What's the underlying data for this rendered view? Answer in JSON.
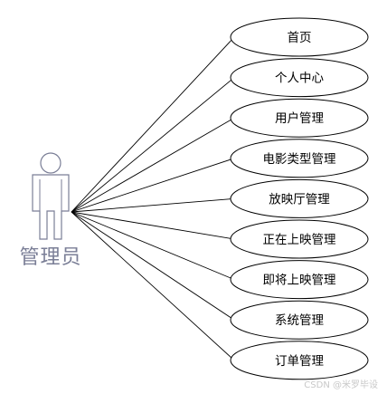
{
  "actor": {
    "label": "管理员",
    "color": "#7a7e96"
  },
  "use_cases": [
    {
      "label": "首页"
    },
    {
      "label": "个人中心"
    },
    {
      "label": "用户管理"
    },
    {
      "label": "电影类型管理"
    },
    {
      "label": "放映厅管理"
    },
    {
      "label": "正在上映管理"
    },
    {
      "label": "即将上映管理"
    },
    {
      "label": "系统管理"
    },
    {
      "label": "订单管理"
    }
  ],
  "watermark": "CSDN @米罗毕设",
  "colors": {
    "line": "#000000",
    "ellipse_stroke": "#000000",
    "ellipse_fill": "#ffffff",
    "text": "#000000"
  }
}
